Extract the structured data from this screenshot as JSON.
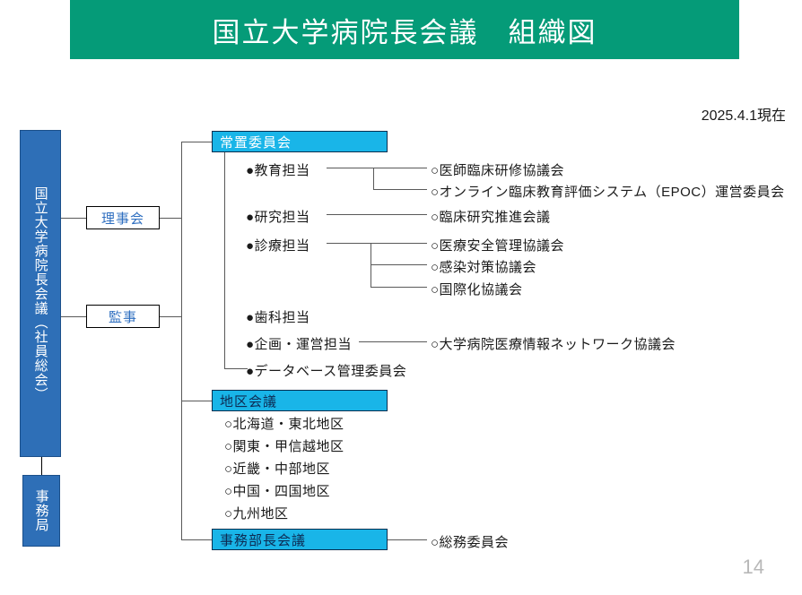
{
  "title": "国立大学病院長会議　組織図",
  "date_note": "2025.4.1現在",
  "page_number": "14",
  "colors": {
    "banner": "#059B78",
    "left_box": "#2E6FB7",
    "header_bar": "#19B5E8",
    "line": "#595959",
    "box_text_blue": "#2F6FC0",
    "header_text_navy": "#0d2a52",
    "page_number": "#b8b8b8"
  },
  "left_column": {
    "assembly": "国立大学病院長会議（社員総会）",
    "secretariat": "事務局"
  },
  "governance": {
    "board": "理事会",
    "auditor": "監事"
  },
  "standing_committee": {
    "header": "常置委員会",
    "divisions": [
      {
        "label": "●教育担当",
        "children": [
          "○医師臨床研修協議会",
          "○オンライン臨床教育評価システム（EPOC）運営委員会"
        ]
      },
      {
        "label": "●研究担当",
        "children": [
          "○臨床研究推進会議"
        ]
      },
      {
        "label": "●診療担当",
        "children": [
          "○医療安全管理協議会",
          "○感染対策協議会",
          "○国際化協議会"
        ]
      },
      {
        "label": "●歯科担当",
        "children": []
      },
      {
        "label": "●企画・運営担当",
        "children": [
          "○大学病院医療情報ネットワーク協議会"
        ]
      },
      {
        "label": "●データベース管理委員会",
        "children": []
      }
    ]
  },
  "district_meeting": {
    "header": "地区会議",
    "regions": [
      "○北海道・東北地区",
      "○関東・甲信越地区",
      "○近畿・中部地区",
      "○中国・四国地区",
      "○九州地区"
    ]
  },
  "admin_directors_meeting": {
    "header": "事務部長会議",
    "children": [
      "○総務委員会"
    ]
  }
}
